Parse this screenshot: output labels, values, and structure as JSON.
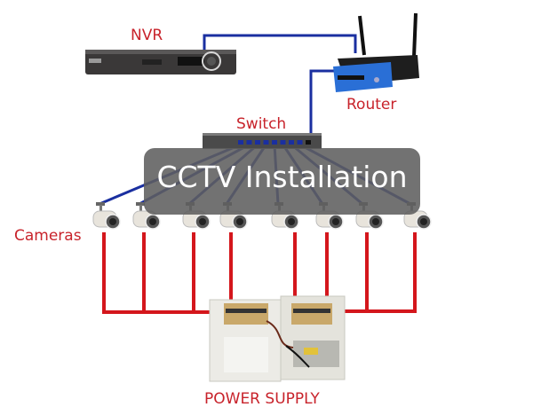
{
  "title": "CCTV Installation",
  "labels": {
    "nvr": "NVR",
    "router": "Router",
    "switch": "Switch",
    "cameras": "Cameras",
    "power_supply": "POWER SUPPLY"
  },
  "colors": {
    "label": "#c8232b",
    "network_cable": "#1a2fa0",
    "power_cable": "#d4161c",
    "overlay": "#5f5f5f",
    "router_body": "#2a6fd6"
  },
  "camera_count": 8,
  "switch_port_count": 9,
  "icons": [
    "nvr-device-icon",
    "router-icon",
    "network-switch-icon",
    "cctv-camera-icon",
    "power-supply-box-icon"
  ]
}
